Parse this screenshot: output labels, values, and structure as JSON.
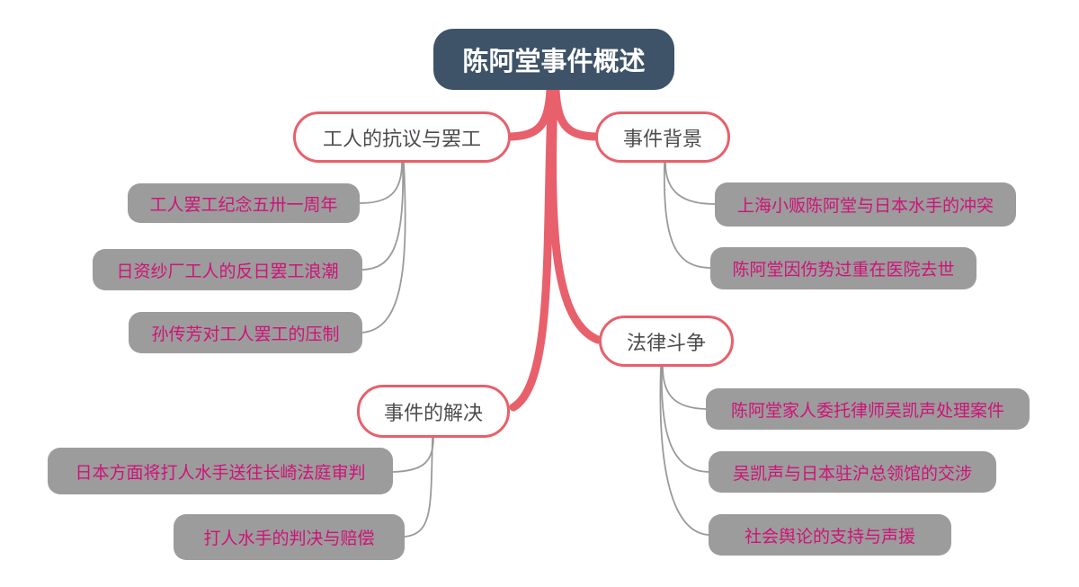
{
  "diagram": {
    "type": "mindmap",
    "root": {
      "label": "陈阿堂事件概述"
    },
    "branches": [
      {
        "label": "工人的抗议与罢工",
        "children": [
          {
            "label": "工人罢工纪念五卅一周年"
          },
          {
            "label": "日资纱厂工人的反日罢工浪潮"
          },
          {
            "label": "孙传芳对工人罢工的压制"
          }
        ]
      },
      {
        "label": "事件背景",
        "children": [
          {
            "label": "上海小贩陈阿堂与日本水手的冲突"
          },
          {
            "label": "陈阿堂因伤势过重在医院去世"
          }
        ]
      },
      {
        "label": "法律斗争",
        "children": [
          {
            "label": "陈阿堂家人委托律师吴凯声处理案件"
          },
          {
            "label": "吴凯声与日本驻沪总领馆的交涉"
          },
          {
            "label": "社会舆论的支持与声援"
          }
        ]
      },
      {
        "label": "事件的解决",
        "children": [
          {
            "label": "日本方面将打人水手送往长崎法庭审判"
          },
          {
            "label": "打人水手的判决与赔偿"
          }
        ]
      }
    ]
  },
  "colors": {
    "root_bg": "#3E5368",
    "root_text": "#FFFFFF",
    "branch_border": "#E8606B",
    "branch_bg": "#FFFFFF",
    "branch_text": "#4D4D4D",
    "leaf_bg": "#9C9C9C",
    "leaf_text": "#CE1378",
    "connector_primary": "#E8606B",
    "connector_secondary": "#9A9A9A",
    "background": "#FFFFFF"
  }
}
